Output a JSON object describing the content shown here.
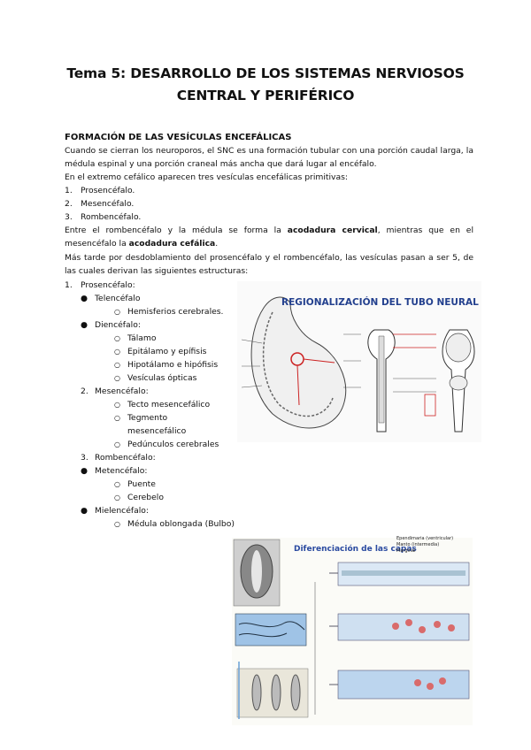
{
  "title_line1": "Tema 5: DESARROLLO DE LOS SISTEMAS NERVIOSOS",
  "title_line2": "CENTRAL Y PERIFÉRICO",
  "section_heading": "FORMACIÓN DE LAS VESÍCULAS ENCEFÁLICAS",
  "p1": "Cuando se cierran los neuroporos, el SNC es una formación tubular con una porción caudal larga, la médula espinal y una porción craneal más ancha que dará lugar al encéfalo.",
  "p2": "En el extremo cefálico aparecen tres vesículas encefálicas primitivas:",
  "primitive": [
    {
      "n": "1.",
      "t": "Prosencéfalo."
    },
    {
      "n": "2.",
      "t": "Mesencéfalo."
    },
    {
      "n": "3.",
      "t": "Rombencéfalo."
    }
  ],
  "p3_a": "Entre el rombencéfalo y la médula se forma la ",
  "p3_b": "acodadura cervical",
  "p3_c": ", mientras que en el mesencéfalo la ",
  "p3_d": "acodadura cefálica",
  "p3_e": ".",
  "p4": "Más tarde por desdoblamiento del prosencéfalo y el rombencéfalo, las vesículas pasan a ser 5, de las cuales derivan las siguientes estructuras:",
  "tree": {
    "i1": "1.",
    "i1_t": "Prosencéfalo:",
    "telen": "Telencéfalo",
    "hemis": "Hemisferios cerebrales.",
    "dien": "Diencéfalo:",
    "talamo": "Tálamo",
    "epit": "Epitálamo y epífisis",
    "hipot": "Hipotálamo e hipófisis",
    "vesop": "Vesículas ópticas",
    "i2": "2.",
    "i2_t": "Mesencéfalo:",
    "tecto": "Tecto mesencefálico",
    "tegm": "Tegmento mesencefálico",
    "pedun": "Pedúnculos cerebrales",
    "i3": "3.",
    "i3_t": "Rombencéfalo:",
    "meten": "Metencéfalo:",
    "puente": "Puente",
    "cereb": "Cerebelo",
    "mielen": "Mielencéfalo:",
    "medula": "Médula oblongada (Bulbo)"
  },
  "figure1_title": "REGIONALIZACIÓN DEL TUBO NEURAL",
  "figure2_title": "Diferenciación de las capas",
  "figure2_legend": [
    "Ependimaria (ventricular)",
    "Manto (intermedia)",
    "Marginal"
  ]
}
